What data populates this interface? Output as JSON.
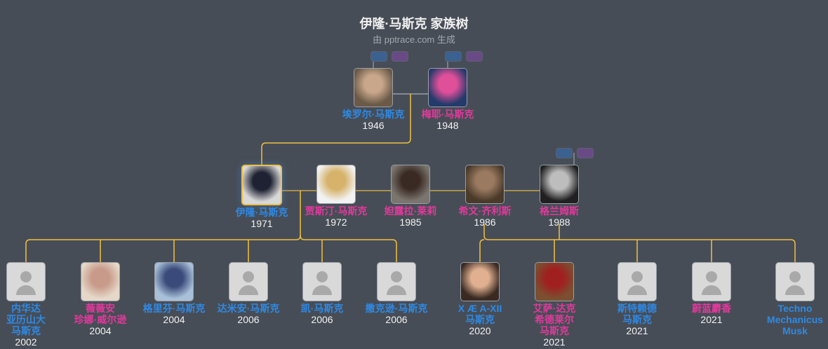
{
  "header": {
    "title": "伊隆·马斯克 家族树",
    "subtitle": "由 pptrace.com 生成"
  },
  "colors": {
    "background": "#474d56",
    "male": "#2e8ae6",
    "female": "#e2399c",
    "line": "#f1c040"
  },
  "generations": [
    [
      {
        "name": "埃罗尔·马斯克",
        "year": "1946",
        "gender": "m",
        "photo": "photo",
        "tone": [
          "#6b5a48",
          "#c8a78a"
        ]
      },
      {
        "name": "梅耶·马斯克",
        "year": "1948",
        "gender": "f",
        "photo": "photo",
        "tone": [
          "#243a6a",
          "#e04f9a"
        ]
      }
    ],
    [
      {
        "name": "伊隆·马斯克",
        "year": "1971",
        "gender": "m",
        "photo": "photo",
        "self": true,
        "tone": [
          "#d8d8d8",
          "#1e2233"
        ]
      },
      {
        "name": "贾斯汀·马斯克",
        "year": "1972",
        "gender": "f",
        "photo": "photo",
        "tone": [
          "#f2f2f2",
          "#d6b26a"
        ]
      },
      {
        "name": "妲露拉·莱莉",
        "year": "1985",
        "gender": "f",
        "photo": "photo",
        "tone": [
          "#7a756e",
          "#3a2a24"
        ]
      },
      {
        "name": "希文·齐利斯",
        "year": "1986",
        "gender": "f",
        "photo": "photo",
        "tone": [
          "#4a3a2a",
          "#9a7a60"
        ]
      },
      {
        "name": "格兰姆斯",
        "year": "1988",
        "gender": "f",
        "photo": "photo",
        "tone": [
          "#202020",
          "#bdbdbd"
        ]
      }
    ],
    [
      {
        "name": "内华达\n亚历山大\n马斯克",
        "year": "2002",
        "gender": "m",
        "photo": "default"
      },
      {
        "name": "薇薇安\n珍娜·威尔逊",
        "year": "2004",
        "gender": "f",
        "photo": "photo",
        "tone": [
          "#e6d8c8",
          "#c89a8a"
        ]
      },
      {
        "name": "格里芬·马斯克",
        "year": "2004",
        "gender": "m",
        "photo": "photo",
        "tone": [
          "#a8c0d8",
          "#3a4a7a"
        ]
      },
      {
        "name": "达米安·马斯克",
        "year": "2006",
        "gender": "m",
        "photo": "default"
      },
      {
        "name": "凯·马斯克",
        "year": "2006",
        "gender": "m",
        "photo": "default"
      },
      {
        "name": "撒克逊·马斯克",
        "year": "2006",
        "gender": "m",
        "photo": "default"
      },
      {
        "name": "X Æ A-XII\n马斯克",
        "year": "2020",
        "gender": "m",
        "photo": "photo",
        "tone": [
          "#3a2a22",
          "#e0b090"
        ]
      },
      {
        "name": "艾萨·达克\n希德莱尔\n马斯克",
        "year": "2021",
        "gender": "f",
        "photo": "photo",
        "tone": [
          "#7a5030",
          "#a02020"
        ]
      },
      {
        "name": "斯特赖德\n马斯克",
        "year": "2021",
        "gender": "m",
        "photo": "default"
      },
      {
        "name": "蔚蓝麝香",
        "year": "2021",
        "gender": "f",
        "photo": "default"
      },
      {
        "name": "Techno\nMechanicus\nMusk",
        "year": "",
        "gender": "m",
        "photo": "default"
      }
    ]
  ]
}
